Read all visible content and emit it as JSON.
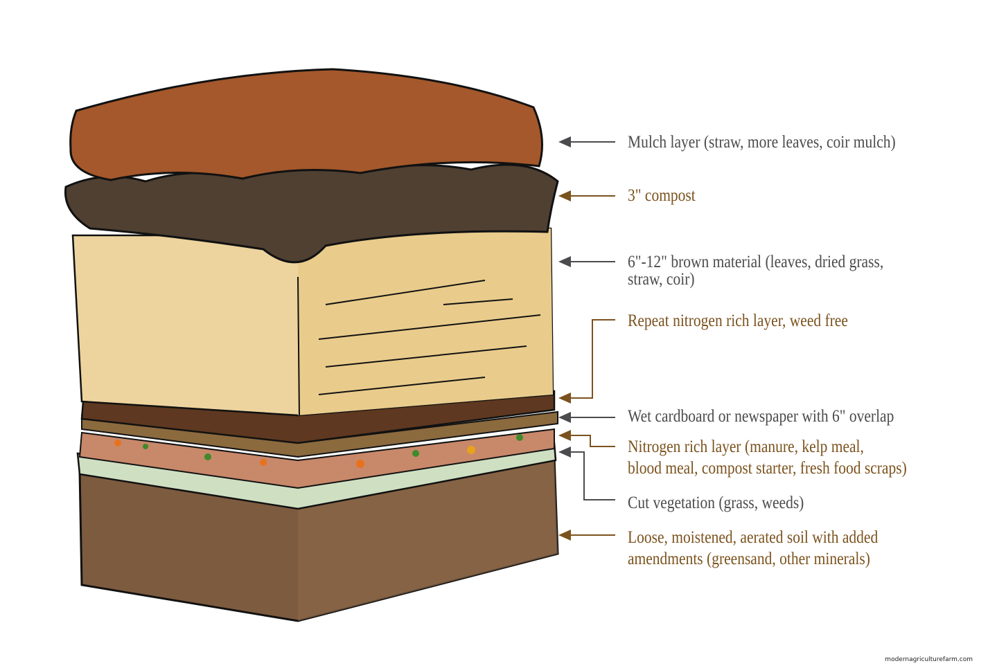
{
  "labels": {
    "mulch": "Mulch layer (straw, more leaves, coir mulch)",
    "compost": "3\" compost",
    "brown_line1": "6\"-12\" brown material (leaves, dried grass,",
    "brown_line2": "straw, coir)",
    "repeat_nitrogen": "Repeat nitrogen rich layer, weed free",
    "cardboard": "Wet cardboard or newspaper  with 6\" overlap",
    "nitrogen_line1": "Nitrogen rich layer (manure, kelp meal,",
    "nitrogen_line2": "blood meal, compost starter, fresh food scraps)",
    "cut_vegetation": "Cut vegetation (grass, weeds)",
    "soil_line1": "Loose, moistened, aerated soil with added",
    "soil_line2": "amendments (greensand, other minerals)"
  },
  "watermark": "modernagriculturefarm.com",
  "colors": {
    "gray_label": "#4b4b4d",
    "brown_label": "#7b521d"
  }
}
